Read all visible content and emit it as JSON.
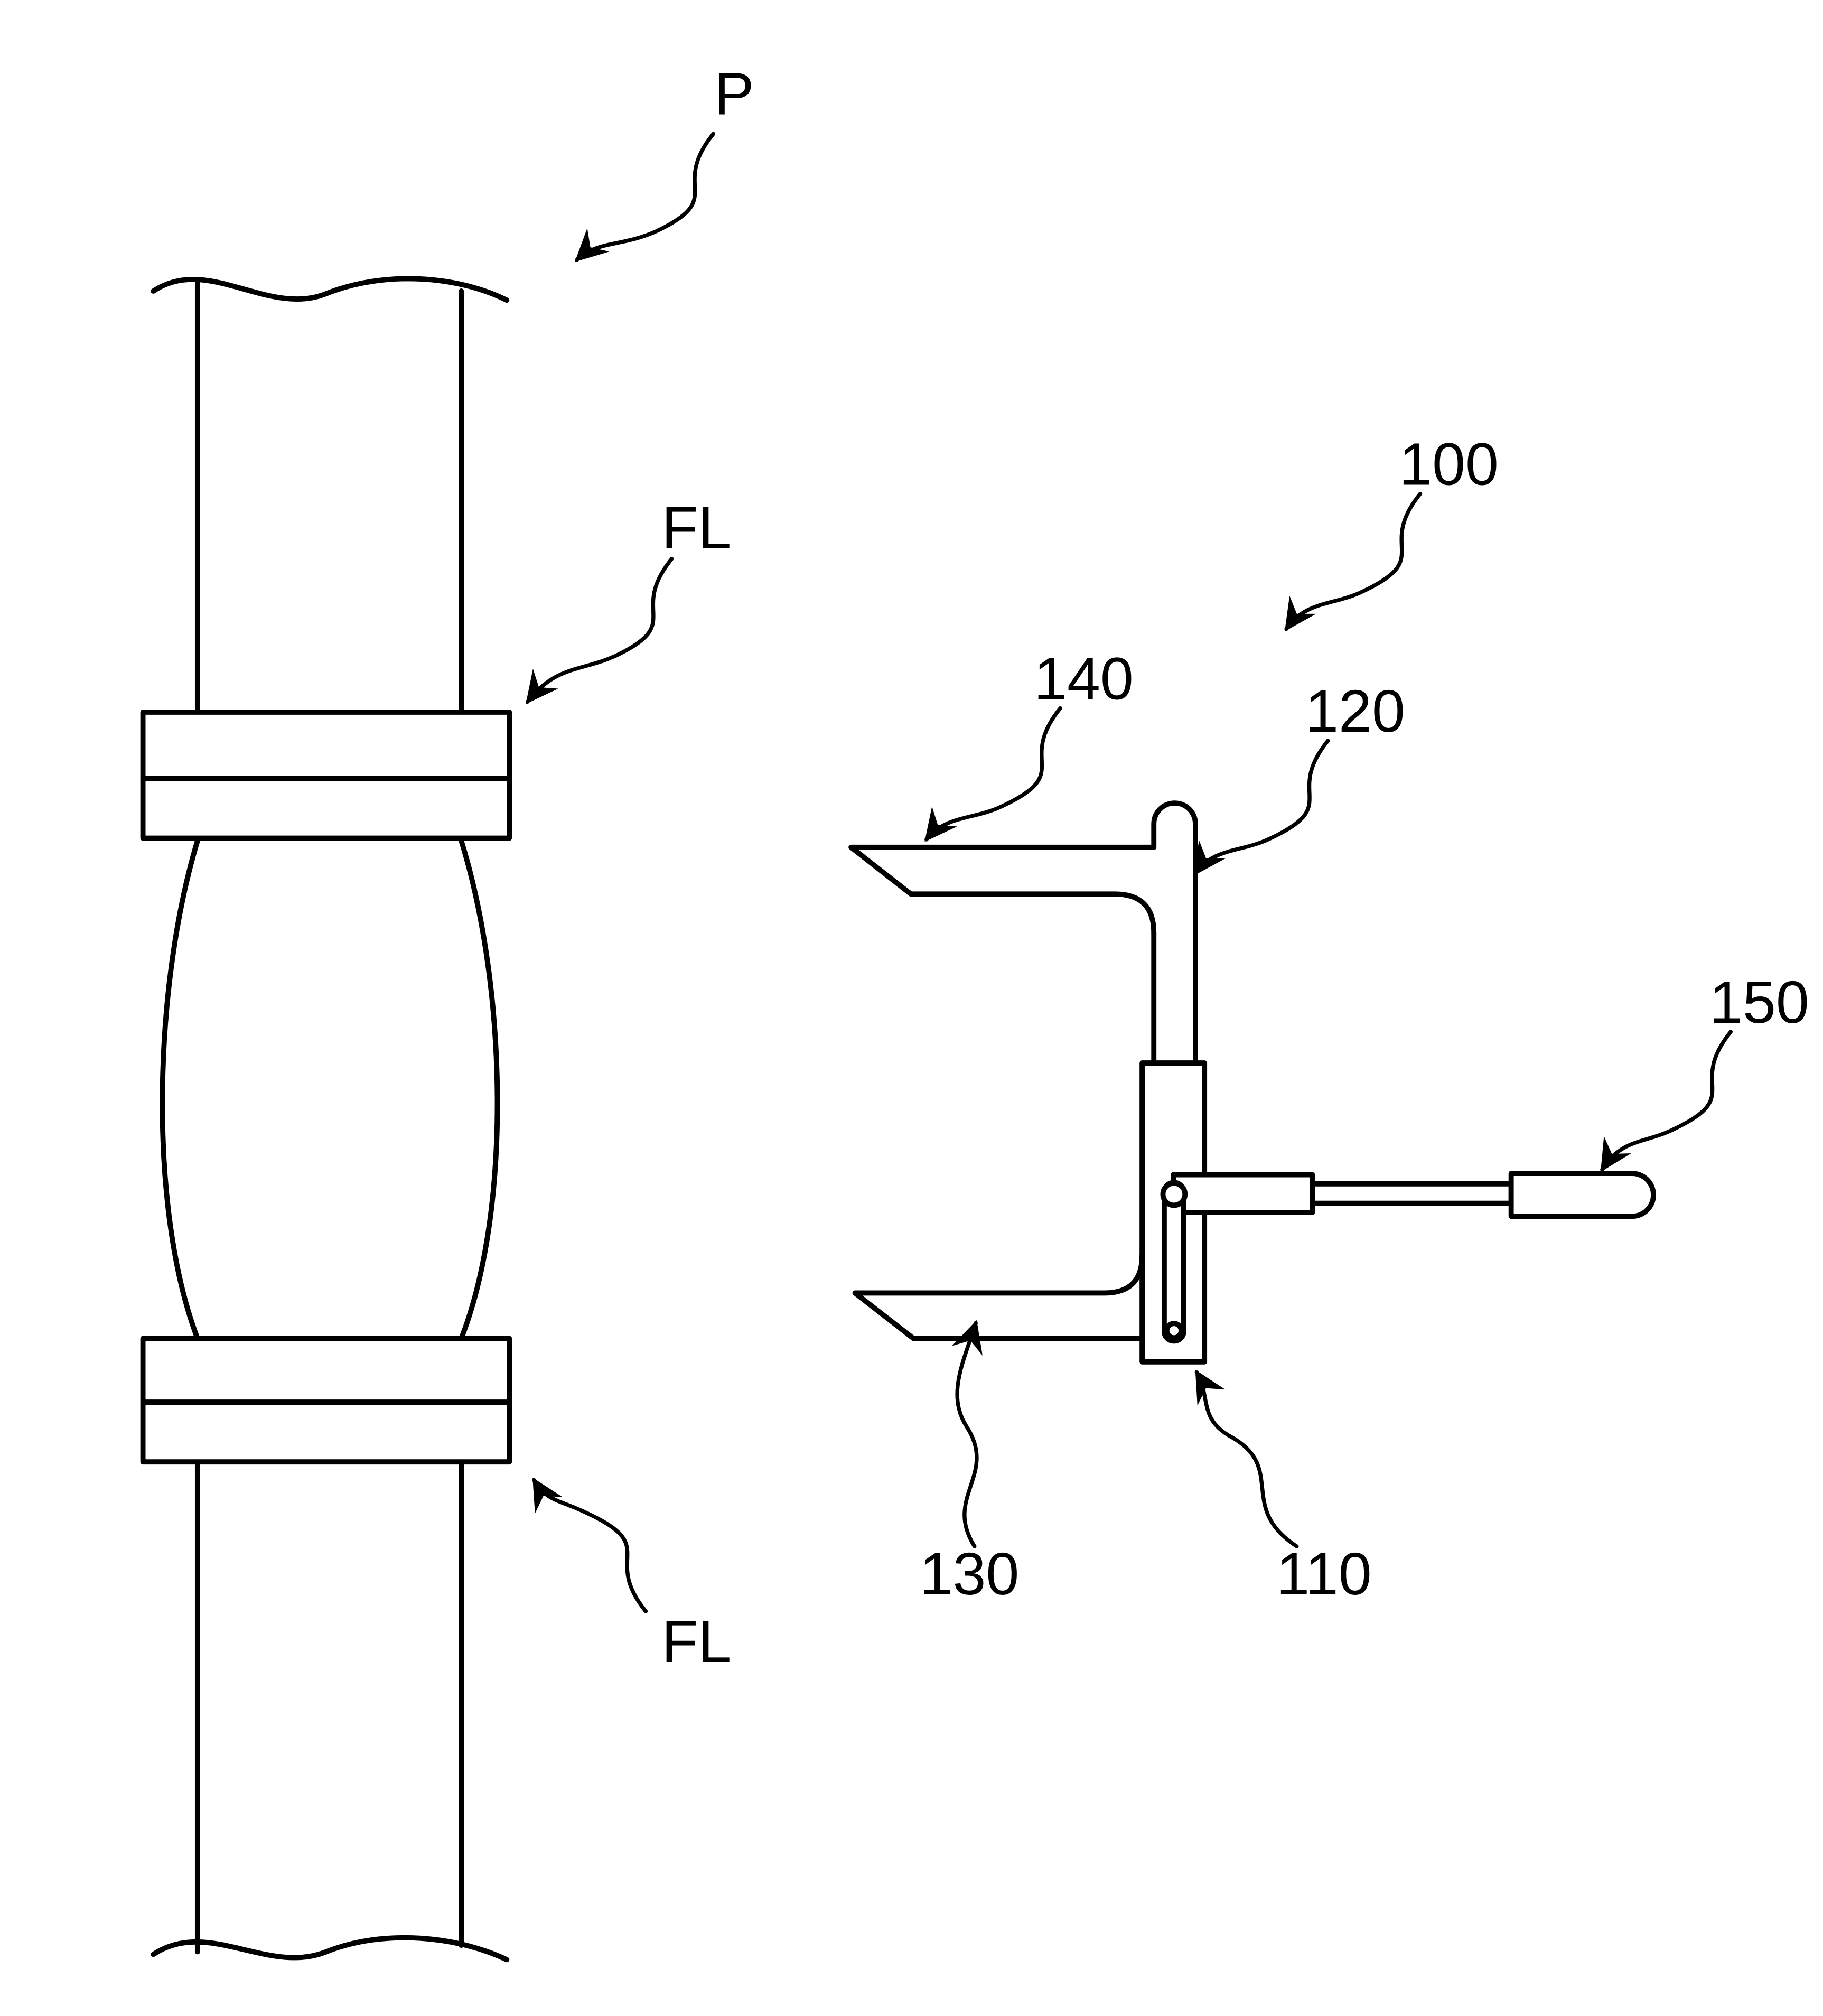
{
  "labels": {
    "pipe": "P",
    "flange_top": "FL",
    "flange_bottom": "FL",
    "assembly": "100",
    "upper_arm": "140",
    "vertical_member": "120",
    "handle": "150",
    "lower_arm": "130",
    "body": "110"
  },
  "colors": {
    "line": "#000000",
    "background": "#ffffff"
  }
}
